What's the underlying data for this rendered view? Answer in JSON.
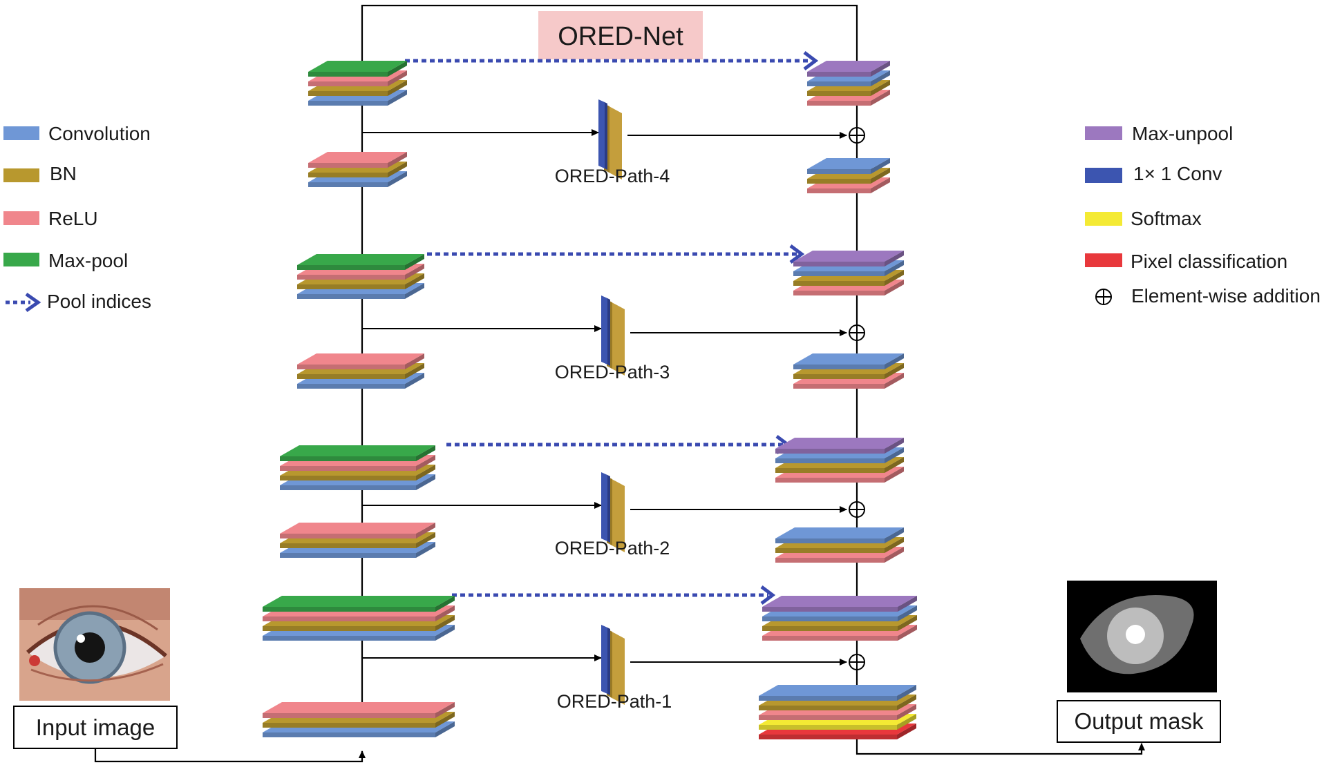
{
  "title": "ORED-Net",
  "legend_left": [
    {
      "label": "Convolution",
      "kind": "conv"
    },
    {
      "label": "BN",
      "kind": "bn"
    },
    {
      "label": "ReLU",
      "kind": "relu"
    },
    {
      "label": "Max-pool",
      "kind": "maxpool"
    },
    {
      "label": "Pool indices",
      "kind": "pool-indices"
    }
  ],
  "legend_right": [
    {
      "label": "Max-unpool",
      "kind": "unpool"
    },
    {
      "label": "1× 1 Conv",
      "kind": "conv1x1"
    },
    {
      "label": "Softmax",
      "kind": "softmax"
    },
    {
      "label": "Pixel classification",
      "kind": "pixel"
    },
    {
      "label": "Element-wise addition",
      "kind": "add"
    }
  ],
  "paths": [
    "ORED-Path-4",
    "ORED-Path-3",
    "ORED-Path-2",
    "ORED-Path-1"
  ],
  "input_label": "Input image",
  "output_label": "Output mask",
  "colors": {
    "conv": "#6f97d6",
    "bn": "#b8982e",
    "relu": "#f0868c",
    "maxpool": "#38a84a",
    "unpool": "#9c78bf",
    "conv1x1": "#3c55b0",
    "softmax": "#f4ea34",
    "pixel": "#e8383c",
    "pool_arrow": "#3a4ab0"
  },
  "encoder_stacks": [
    [
      "conv",
      "bn",
      "relu",
      "maxpool"
    ],
    [
      "conv",
      "bn",
      "relu"
    ],
    [
      "conv",
      "bn",
      "relu",
      "maxpool"
    ],
    [
      "conv",
      "bn",
      "relu"
    ],
    [
      "conv",
      "bn",
      "relu",
      "maxpool"
    ],
    [
      "conv",
      "bn",
      "relu"
    ],
    [
      "conv",
      "bn",
      "relu",
      "maxpool"
    ],
    [
      "conv",
      "bn",
      "relu"
    ]
  ],
  "decoder_stacks": [
    [
      "relu",
      "bn",
      "conv",
      "unpool"
    ],
    [
      "relu",
      "bn",
      "conv"
    ],
    [
      "relu",
      "bn",
      "conv",
      "unpool"
    ],
    [
      "relu",
      "bn",
      "conv"
    ],
    [
      "relu",
      "bn",
      "conv",
      "unpool"
    ],
    [
      "relu",
      "bn",
      "conv"
    ],
    [
      "relu",
      "bn",
      "conv",
      "unpool"
    ],
    [
      "pixel",
      "softmax",
      "relu",
      "bn",
      "conv"
    ]
  ]
}
